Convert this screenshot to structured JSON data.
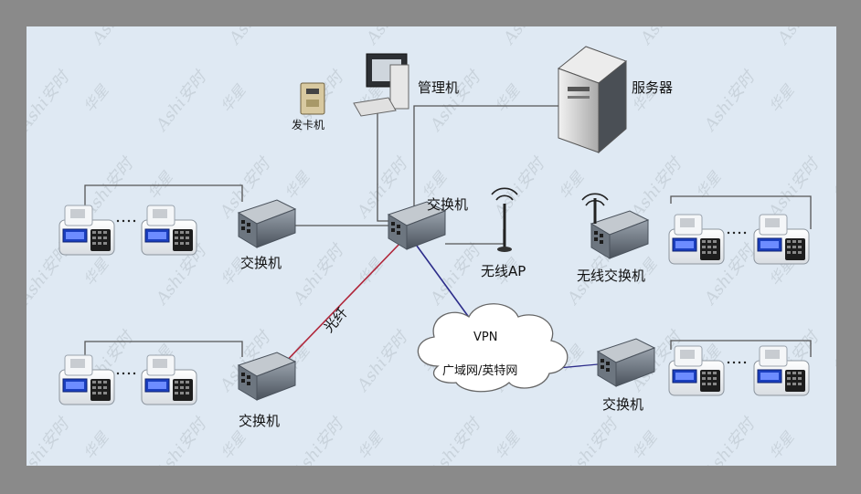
{
  "labels": {
    "management_pc": "管理机",
    "server": "服务器",
    "card_issuer": "发卡机",
    "core_switch": "交换机",
    "switch_top_left": "交换机",
    "switch_bottom_left": "交换机",
    "switch_bottom_right": "交换机",
    "wireless_ap": "无线AP",
    "wireless_switch": "无线交换机",
    "fiber": "光纤",
    "vpn": "VPN",
    "wan": "广域网/英特网"
  },
  "watermark": {
    "brand": "Ashi安时",
    "brand_cn": "华星"
  },
  "colors": {
    "outer_frame": "#8a8a8a",
    "panel": "#dfe9f3",
    "link": "#555555",
    "fiber_link": "#b0263a",
    "vpn_link": "#2c2c8a",
    "screen": "#1b3fbf"
  }
}
